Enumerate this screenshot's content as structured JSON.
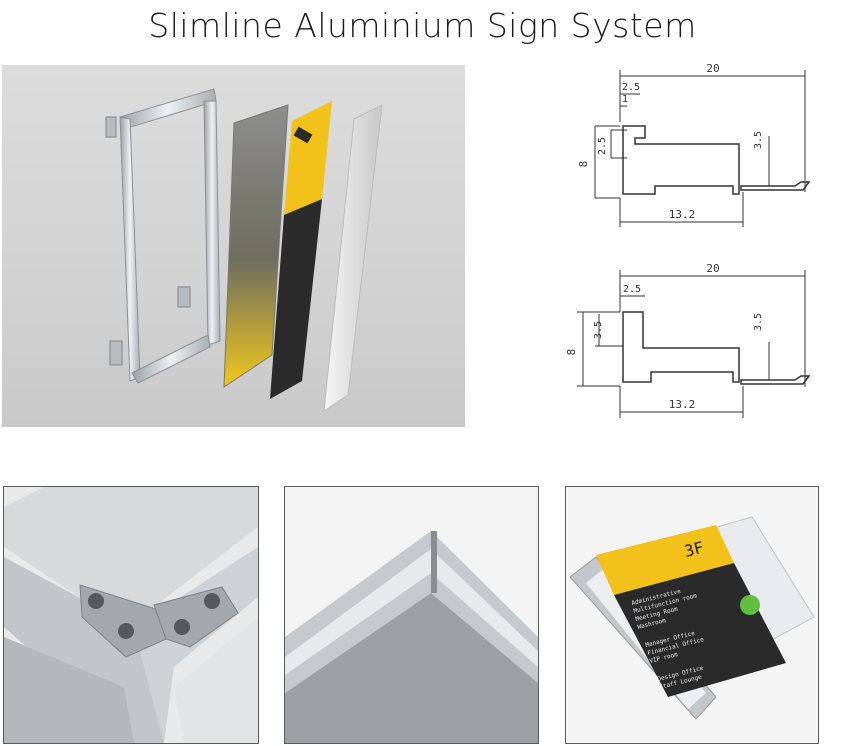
{
  "title": "Slimline Aluminium Sign System",
  "profile_top": {
    "width": "20",
    "lip_width": "2.5",
    "lip_gap": "1",
    "lip_height": "2.5",
    "height": "8",
    "channel_depth": "3.5",
    "base_length": "13.2"
  },
  "profile_bottom": {
    "width": "20",
    "lip_width": "2.5",
    "lip_height": "3.5",
    "height": "8",
    "channel_depth": "3.5",
    "base_length": "13.2"
  },
  "sign_sample": {
    "floor": "3F",
    "lines": [
      "Administrative",
      "Multifunction room",
      "Meeting Room",
      "Washroom",
      "Manager Office",
      "Financial Office",
      "VIP room",
      "Design Office",
      "Staff Lounge"
    ]
  },
  "colors": {
    "sign_yellow": "#f2c21b",
    "sign_dark": "#2a2a2a",
    "aluminium": "#cfd3d6"
  }
}
